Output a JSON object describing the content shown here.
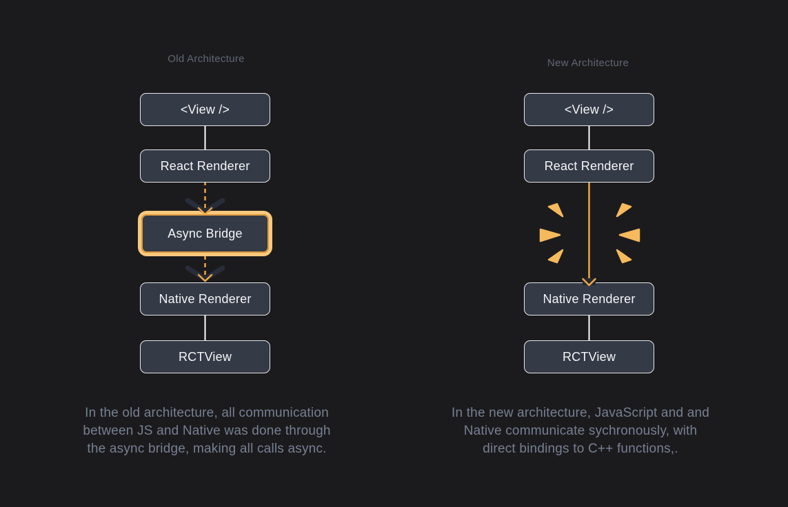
{
  "colors": {
    "background": "#1b1b1d",
    "node_fill": "#343a46",
    "node_border": "#e6e8eb",
    "node_text": "#f4f5f7",
    "title_text": "#5e6776",
    "caption_text": "#768092",
    "white_connector": "#fdfdfd",
    "orange_arrow": "#f2a644",
    "orange_spark": "#f6b95c",
    "highlight_ring_outer": "#f9c87d",
    "highlight_ring_inner_stroke": "#db9a42",
    "dark_chevron": "#272d3a"
  },
  "old_column": {
    "title": "Old Architecture",
    "nodes": [
      {
        "label": "<View />"
      },
      {
        "label": "React Renderer"
      },
      {
        "label": "Async Bridge"
      },
      {
        "label": "Native Renderer"
      },
      {
        "label": "RCTView"
      }
    ],
    "caption_lines": [
      "In the old architecture, all communication",
      "between JS and Native was done through",
      "the async bridge, making all calls async."
    ]
  },
  "new_column": {
    "title": "New Architecture",
    "nodes": [
      {
        "label": "<View />"
      },
      {
        "label": "React Renderer"
      },
      {
        "label": "Native Renderer"
      },
      {
        "label": "RCTView"
      }
    ],
    "caption_lines": [
      "In the new architecture, JavaScript and and",
      "Native communicate sychronously, with",
      "direct bindings to C++ functions,."
    ]
  }
}
